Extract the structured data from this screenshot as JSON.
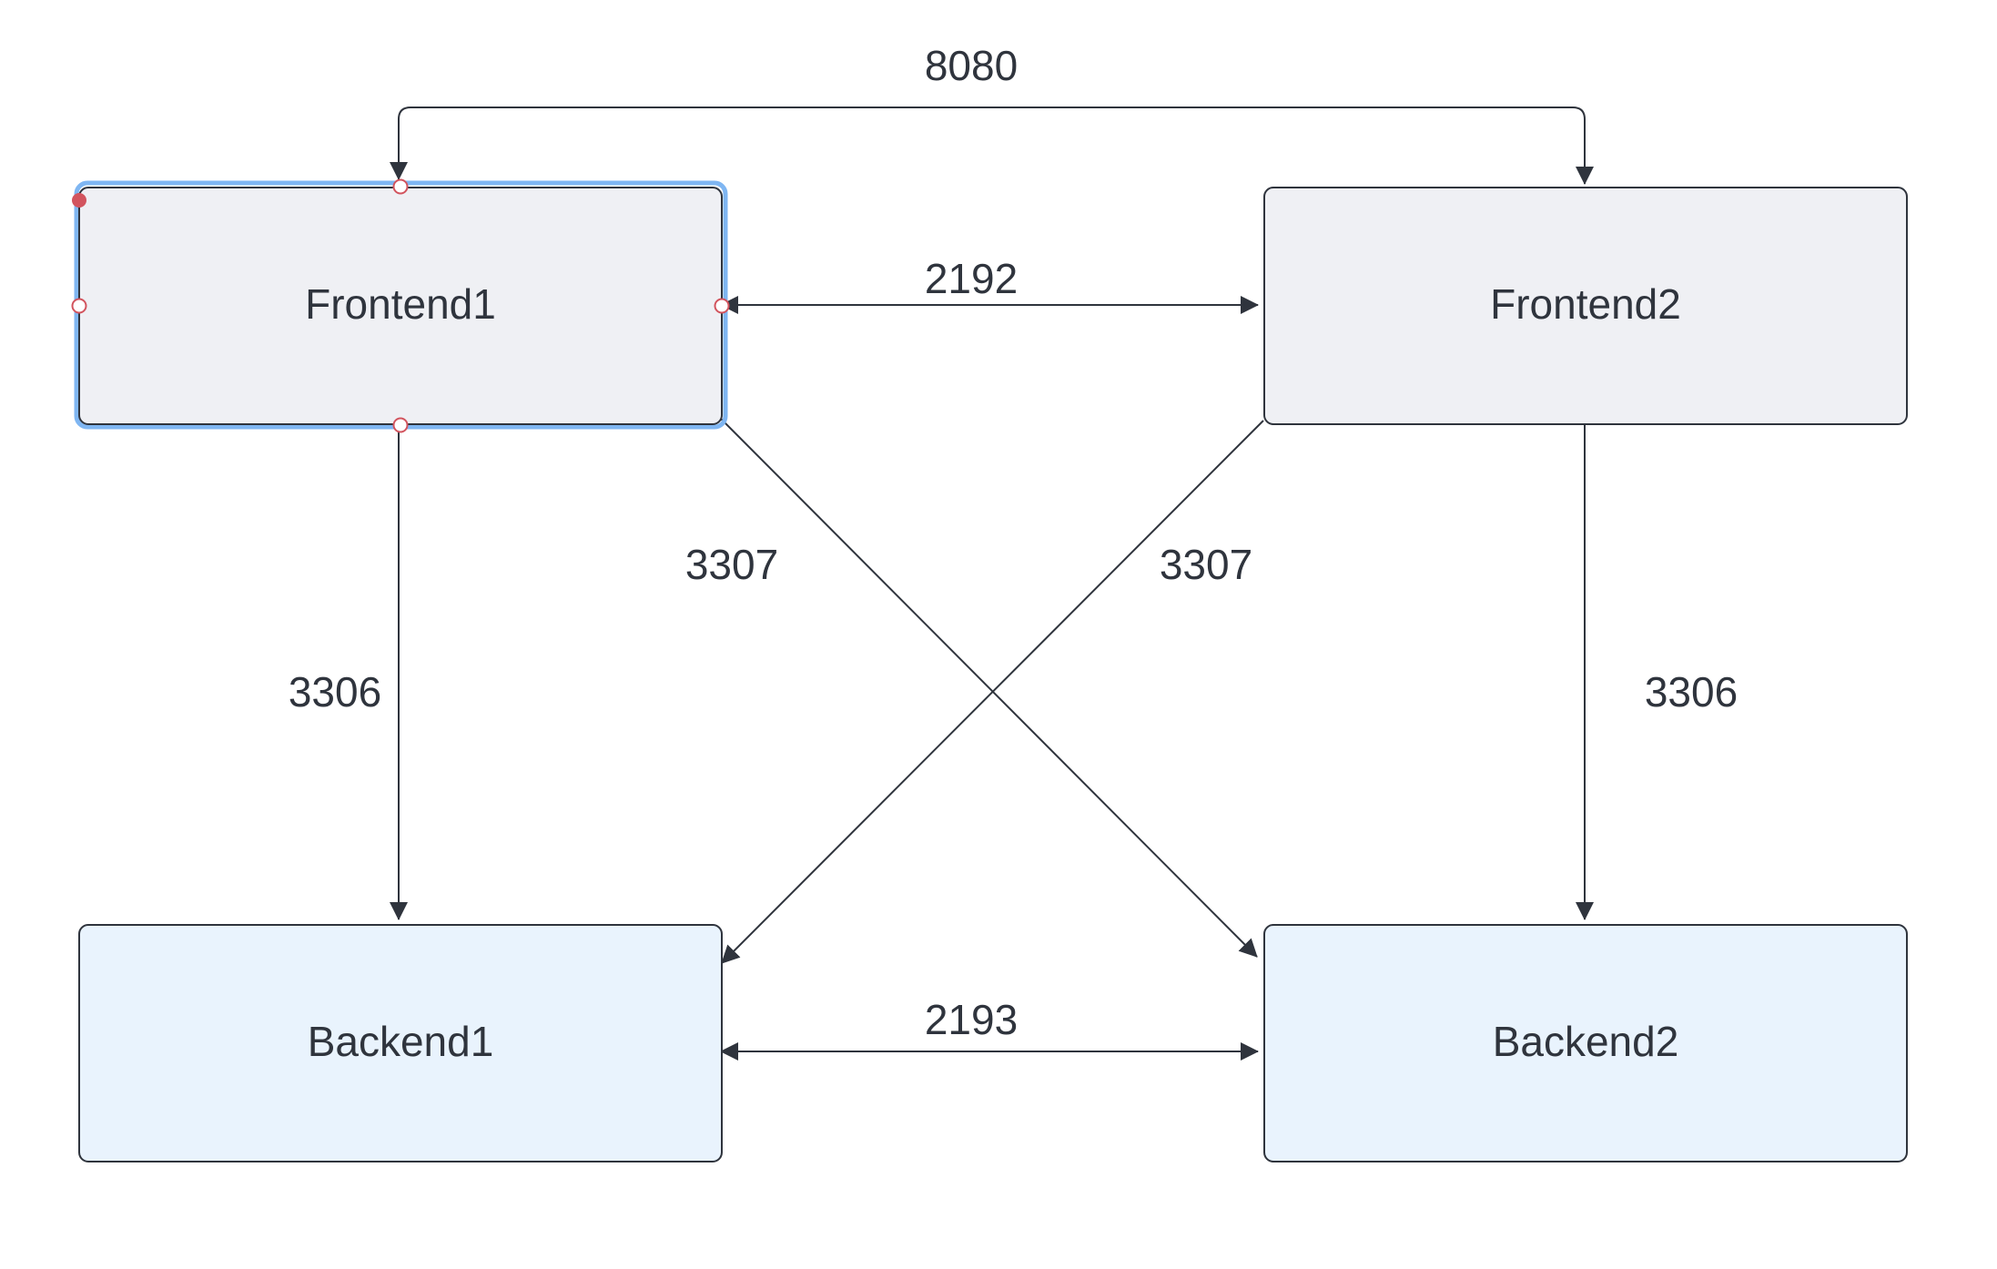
{
  "nodes": [
    {
      "id": "frontend1",
      "label": "Frontend1",
      "kind": "frontend",
      "selected": true
    },
    {
      "id": "frontend2",
      "label": "Frontend2",
      "kind": "frontend",
      "selected": false
    },
    {
      "id": "backend1",
      "label": "Backend1",
      "kind": "backend",
      "selected": false
    },
    {
      "id": "backend2",
      "label": "Backend2",
      "kind": "backend",
      "selected": false
    }
  ],
  "edges": [
    {
      "id": "f1-f2-8080",
      "from": "frontend2",
      "to": "frontend1",
      "label": "8080",
      "bidirectional": true
    },
    {
      "id": "f1-f2-2192",
      "from": "frontend1",
      "to": "frontend2",
      "label": "2192",
      "bidirectional": true
    },
    {
      "id": "f1-b1",
      "from": "frontend1",
      "to": "backend1",
      "label": "3306",
      "bidirectional": false
    },
    {
      "id": "f1-b2",
      "from": "frontend1",
      "to": "backend2",
      "label": "3307",
      "bidirectional": false
    },
    {
      "id": "f2-b1",
      "from": "frontend2",
      "to": "backend1",
      "label": "3307",
      "bidirectional": false
    },
    {
      "id": "f2-b2",
      "from": "frontend2",
      "to": "backend2",
      "label": "3306",
      "bidirectional": false
    },
    {
      "id": "b1-b2-2193",
      "from": "backend1",
      "to": "backend2",
      "label": "2193",
      "bidirectional": true
    }
  ],
  "colors": {
    "frontend_fill": "#eff0f4",
    "backend_fill": "#e9f3fd",
    "stroke": "#2f343d",
    "selection": "#7fb6f2",
    "handle": "#d2545e",
    "background": "#ffffff"
  }
}
